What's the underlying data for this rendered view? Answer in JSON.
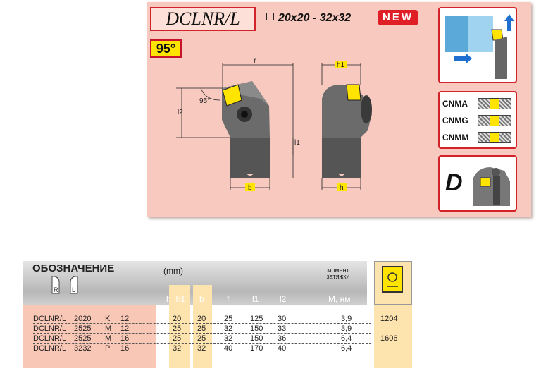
{
  "header": {
    "model": "DCLNR/L",
    "size_range": "20x20 - 32x32",
    "new_badge": "NEW",
    "angle": "95°"
  },
  "drawing": {
    "angle_label": "95°",
    "dim_f": "f",
    "dim_l2": "l2",
    "dim_l1": "l1",
    "dim_b": "b",
    "dim_h1": "h1",
    "dim_h": "h"
  },
  "inserts": [
    "CNMA",
    "CNMG",
    "CNMM"
  ],
  "clamp_type": "D",
  "table": {
    "title": "ОБОЗНАЧЕНИЕ",
    "unit": "(mm)",
    "torque_label_1": "момент",
    "torque_label_2": "затяжки",
    "hand_r": "R",
    "hand_l": "L",
    "columns": [
      "h=h1",
      "b",
      "f",
      "l1",
      "l2",
      "M, нм"
    ],
    "rows": [
      {
        "name": "DCLNR/L",
        "size": "2020",
        "len": "K",
        "ins": "12",
        "h": "20",
        "b": "20",
        "f": "25",
        "l1": "125",
        "l2": "30",
        "m": "3,9"
      },
      {
        "name": "DCLNR/L",
        "size": "2525",
        "len": "M",
        "ins": "12",
        "h": "25",
        "b": "25",
        "f": "32",
        "l1": "150",
        "l2": "33",
        "m": "3,9"
      },
      {
        "name": "DCLNR/L",
        "size": "2525",
        "len": "M",
        "ins": "16",
        "h": "25",
        "b": "25",
        "f": "32",
        "l1": "150",
        "l2": "36",
        "m": "6,4"
      },
      {
        "name": "DCLNR/L",
        "size": "3232",
        "len": "P",
        "ins": "16",
        "h": "32",
        "b": "32",
        "f": "40",
        "l1": "170",
        "l2": "40",
        "m": "6,4"
      }
    ],
    "insert_refs": [
      "1204",
      "1606"
    ]
  }
}
